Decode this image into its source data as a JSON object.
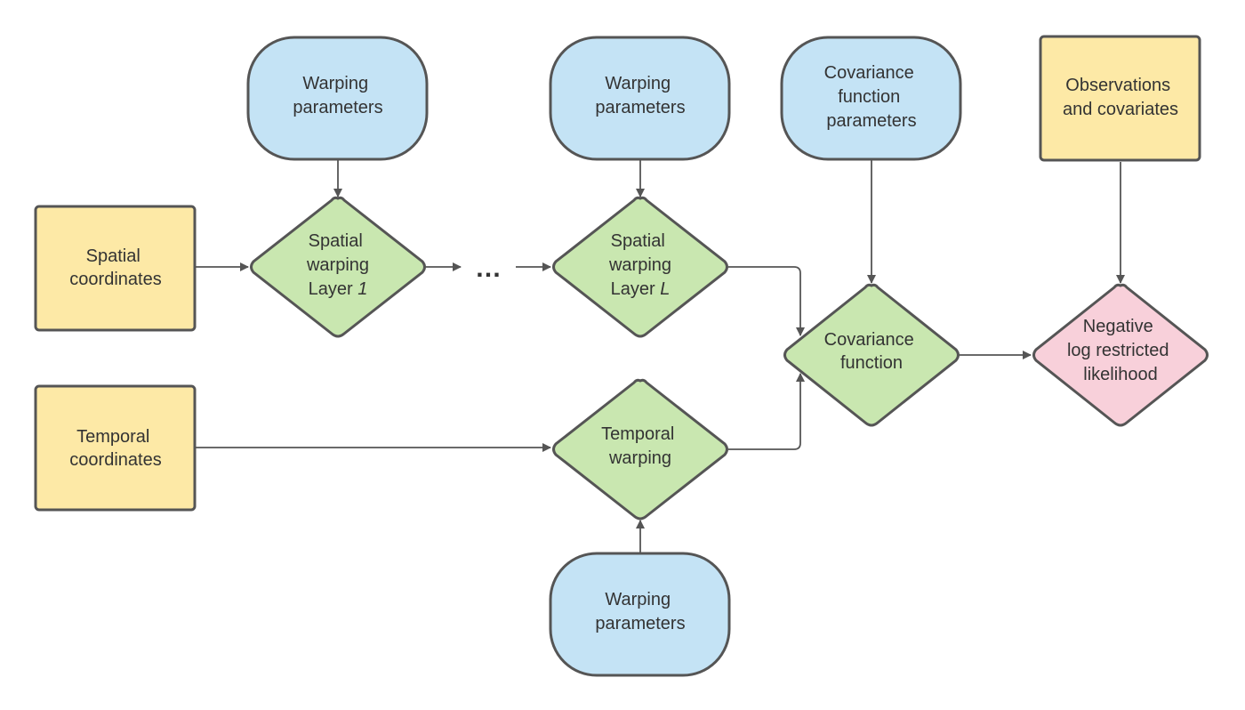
{
  "colors": {
    "parameter_fill": "#c4e3f5",
    "input_fill": "#fde9a6",
    "process_fill": "#c9e7b0",
    "output_fill": "#f8d0da",
    "stroke": "#555555",
    "text": "#333333"
  },
  "nodes": {
    "warp_params_1": {
      "lines": [
        "Warping",
        "parameters"
      ]
    },
    "warp_params_L": {
      "lines": [
        "Warping",
        "parameters"
      ]
    },
    "cov_params": {
      "lines": [
        "Covariance",
        "function",
        "parameters"
      ]
    },
    "observations": {
      "lines": [
        "Observations",
        "and covariates"
      ]
    },
    "spatial_coords": {
      "lines": [
        "Spatial",
        "coordinates"
      ]
    },
    "spatial_layer_1": {
      "lines": [
        "Spatial",
        "warping",
        "Layer ",
        "1"
      ]
    },
    "ellipsis": "…",
    "spatial_layer_L": {
      "lines": [
        "Spatial",
        "warping",
        "Layer ",
        "L"
      ]
    },
    "cov_function": {
      "lines": [
        "Covariance",
        "function"
      ]
    },
    "nll": {
      "lines": [
        "Negative",
        "log restricted",
        "likelihood"
      ]
    },
    "temporal_coords": {
      "lines": [
        "Temporal",
        "coordinates"
      ]
    },
    "temporal_warping": {
      "lines": [
        "Temporal",
        "warping"
      ]
    },
    "warp_params_t": {
      "lines": [
        "Warping",
        "parameters"
      ]
    }
  }
}
